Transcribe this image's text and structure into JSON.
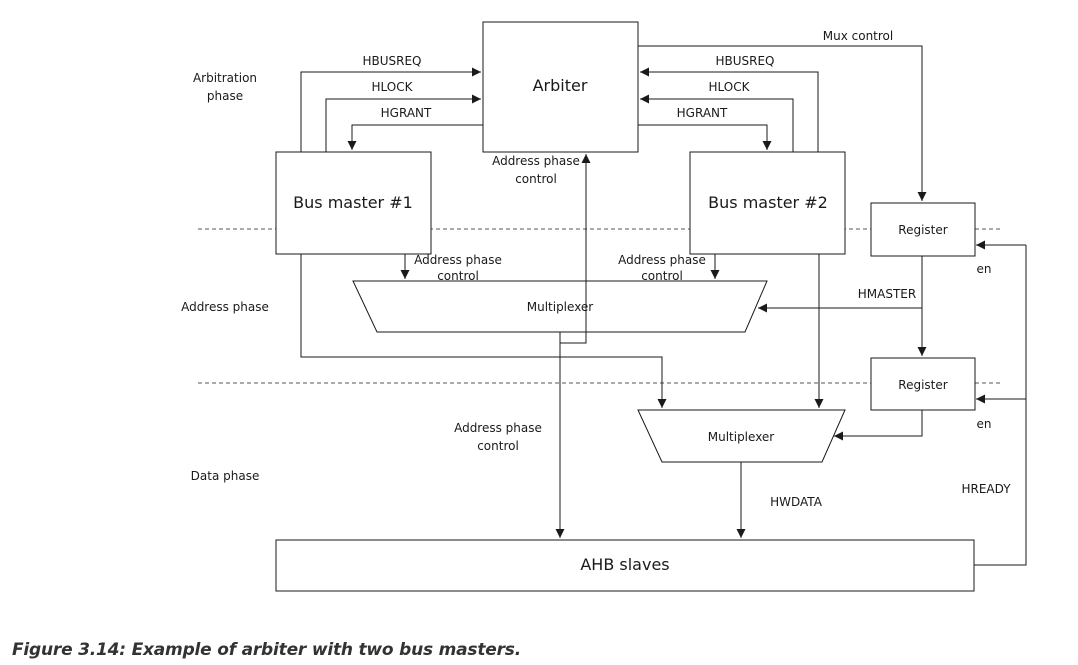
{
  "phases": {
    "arbitration_line1": "Arbitration",
    "arbitration_line2": "phase",
    "address": "Address phase",
    "data": "Data phase"
  },
  "blocks": {
    "arbiter": "Arbiter",
    "bus_master_1": "Bus master #1",
    "bus_master_2": "Bus master #2",
    "multiplexer": "Multiplexer",
    "register": "Register",
    "ahb_slaves": "AHB slaves"
  },
  "signals": {
    "hbusreq": "HBUSREQ",
    "hlock": "HLOCK",
    "hgrant": "HGRANT",
    "mux_control": "Mux control",
    "addr_phase_ctrl_line1": "Address phase",
    "addr_phase_ctrl_line2": "control",
    "hmaster": "HMASTER",
    "hwdata": "HWDATA",
    "hready": "HREADY",
    "en": "en"
  },
  "caption": "Figure 3.14: Example of arbiter with two bus masters."
}
